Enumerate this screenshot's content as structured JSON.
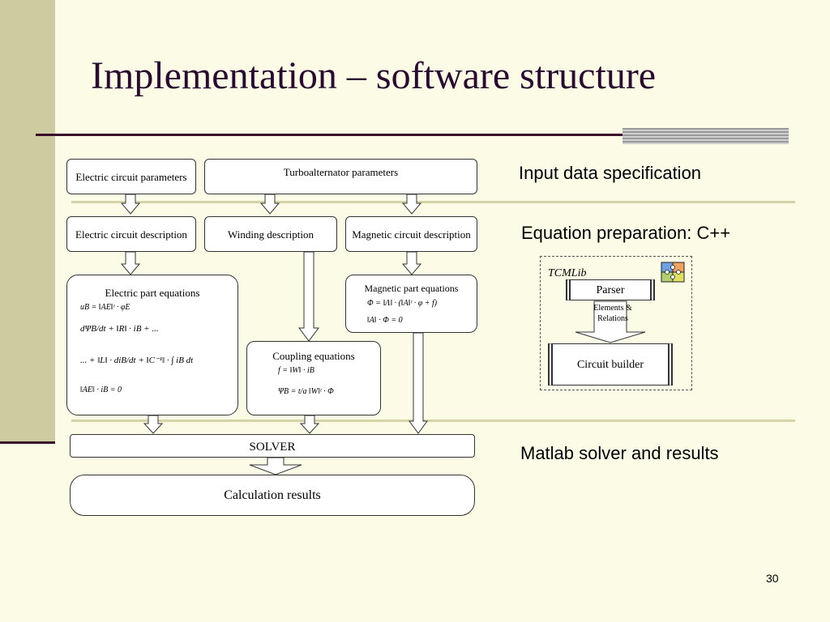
{
  "slide": {
    "title": "Implementation – software structure",
    "page_number": "30"
  },
  "diagram": {
    "electric_circuit_parameters": "Electric circuit parameters",
    "turboalternator_parameters": "Turboalternator parameters",
    "electric_circuit_description": "Electric circuit description",
    "winding_description": "Winding description",
    "magnetic_circuit_description": "Magnetic circuit description",
    "electric_part_equations": "Electric part equations",
    "magnetic_part_equations": "Magnetic part equations",
    "coupling_equations": "Coupling equations",
    "solver": "SOLVER",
    "calculation_results": "Calculation results",
    "tcmlib": {
      "label": "TCMLib",
      "parser": "Parser",
      "elements_relations": "Elements & Relations",
      "circuit_builder": "Circuit builder"
    },
    "equations": {
      "electric_1": "uB = ‖AE‖ᵗ · φE",
      "electric_2a": "dΨB/dt + ‖R‖ · iB + ...",
      "electric_2b": "... + ‖L‖ · diB/dt + ‖C⁻¹‖ · ∫ iB dt",
      "electric_3": "‖AE‖ · iB = 0",
      "magnetic_1": "Φ = ‖Λ‖ · (‖A‖ᵗ · φ + f)",
      "magnetic_2": "‖A‖ · Φ = 0",
      "coupling_1": "f = ‖W‖ · iB",
      "coupling_2": "ΨB = t/a ‖W‖ᵗ · Φ"
    }
  },
  "stage_labels": {
    "input": "Input data specification",
    "equation_prep": "Equation preparation: C++",
    "solver": "Matlab solver and results"
  },
  "colors": {
    "background": "#FCFCE6",
    "title": "#2A0A30",
    "left_bar": "#CCCCA0",
    "rule": "#3A0A2A"
  }
}
